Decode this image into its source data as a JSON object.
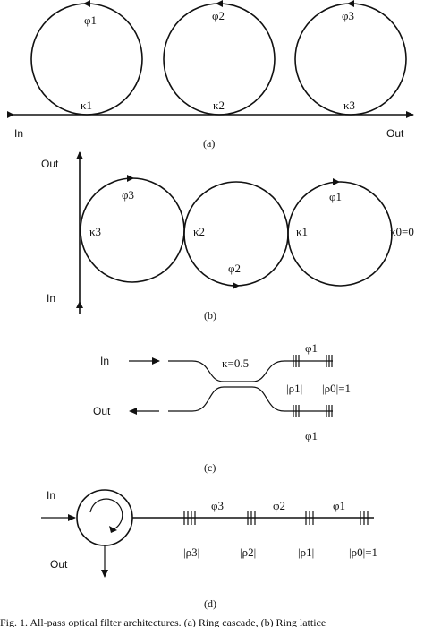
{
  "panel_a": {
    "ring_phases": [
      "φ1",
      "φ2",
      "φ3"
    ],
    "ring_couplings": [
      "κ1",
      "κ2",
      "κ3"
    ],
    "input_label": "In",
    "output_label": "Out",
    "caption": "(a)"
  },
  "panel_b": {
    "output_label": "Out",
    "input_label": "In",
    "ring_phases": [
      "φ3",
      "φ2",
      "φ1"
    ],
    "ring_couplings": [
      "κ3",
      "κ2",
      "κ1"
    ],
    "end_coupling": "κ0=0",
    "caption": "(b)"
  },
  "panel_c": {
    "input_label": "In",
    "output_label": "Out",
    "coupler_label": "κ=0.5",
    "phase_top": "φ1",
    "phase_bottom": "φ1",
    "reflect_1": "|ρ1|",
    "reflect_0": "|ρ0|=1",
    "caption": "(c)"
  },
  "panel_d": {
    "input_label": "In",
    "output_label": "Out",
    "phases": [
      "φ3",
      "φ2",
      "φ1"
    ],
    "reflectors": [
      "|ρ3|",
      "|ρ2|",
      "|ρ1|",
      "|ρ0|=1"
    ],
    "caption": "(d)"
  },
  "figure_caption": "Fig. 1.  All-pass optical filter architectures. (a) Ring cascade, (b) Ring lattice"
}
